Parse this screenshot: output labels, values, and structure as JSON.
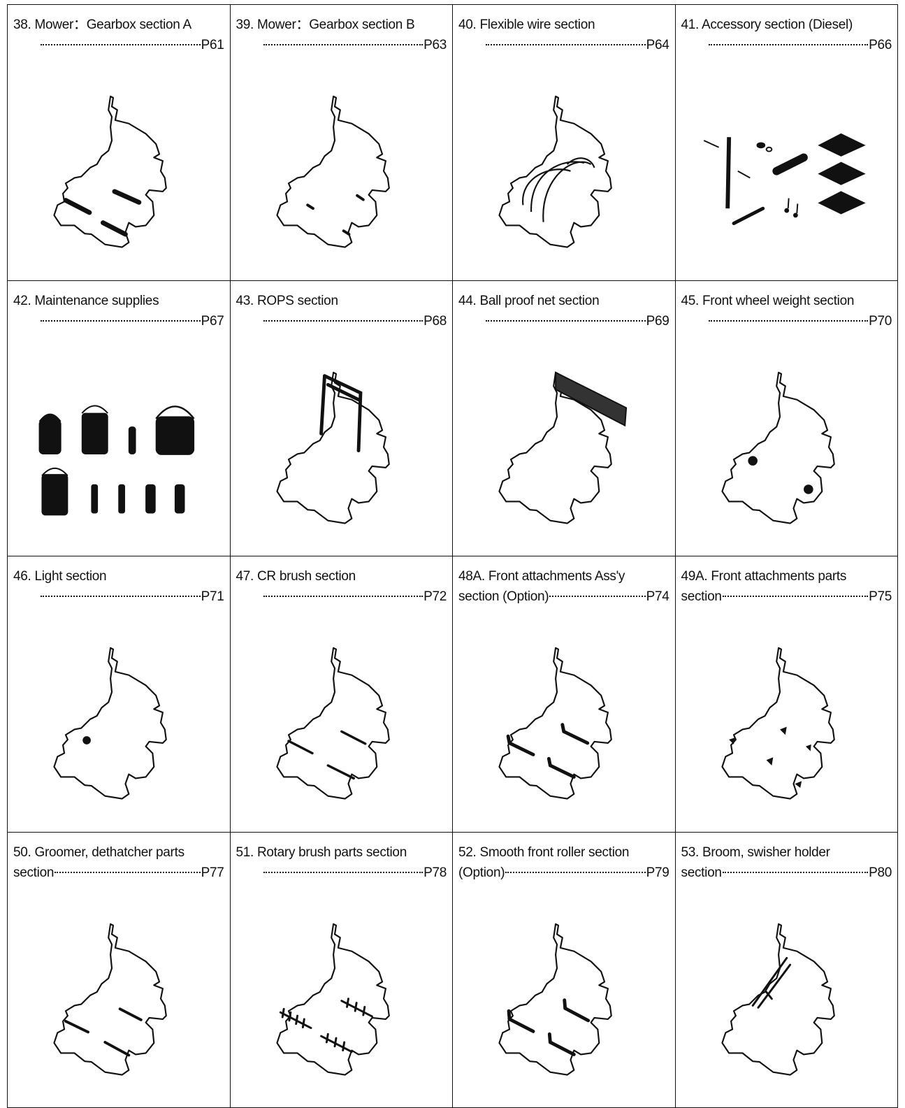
{
  "sections": [
    {
      "line1": "38. Mower：Gearbox section A",
      "line2_prefix": "",
      "page": "P61",
      "illustration": "mower-gearbox-a"
    },
    {
      "line1": "39. Mower：Gearbox section B",
      "line2_prefix": "",
      "page": "P63",
      "illustration": "mower-gearbox-b"
    },
    {
      "line1": "40. Flexible wire section",
      "line2_prefix": "",
      "page": "P64",
      "illustration": "flexible-wire"
    },
    {
      "line1": "41. Accessory section (Diesel)",
      "line2_prefix": "",
      "page": "P66",
      "illustration": "accessories"
    },
    {
      "line1": "42. Maintenance supplies",
      "line2_prefix": "",
      "page": "P67",
      "illustration": "maintenance-supplies"
    },
    {
      "line1": "43. ROPS section",
      "line2_prefix": "",
      "page": "P68",
      "illustration": "rops"
    },
    {
      "line1": "44. Ball proof net section",
      "line2_prefix": "",
      "page": "P69",
      "illustration": "ball-proof-net"
    },
    {
      "line1": "45. Front wheel weight section",
      "line2_prefix": "",
      "page": "P70",
      "illustration": "front-wheel-weight"
    },
    {
      "line1": "46. Light section",
      "line2_prefix": "",
      "page": "P71",
      "illustration": "light"
    },
    {
      "line1": "47. CR brush section",
      "line2_prefix": "",
      "page": "P72",
      "illustration": "cr-brush"
    },
    {
      "line1": "48A. Front attachments Ass'y",
      "line2_prefix": "section (Option)",
      "page": "P74",
      "illustration": "front-attachments-assy"
    },
    {
      "line1": "49A. Front attachments parts",
      "line2_prefix": "section",
      "page": "P75",
      "illustration": "front-attachments-parts"
    },
    {
      "line1": "50. Groomer, dethatcher parts",
      "line2_prefix": "section",
      "page": "P77",
      "illustration": "groomer"
    },
    {
      "line1": "51. Rotary brush parts section",
      "line2_prefix": "",
      "page": "P78",
      "illustration": "rotary-brush"
    },
    {
      "line1": "52. Smooth front roller section",
      "line2_prefix": "(Option)",
      "page": "P79",
      "illustration": "smooth-roller"
    },
    {
      "line1": "53. Broom, swisher holder",
      "line2_prefix": "section",
      "page": "P80",
      "illustration": "broom-holder"
    }
  ]
}
